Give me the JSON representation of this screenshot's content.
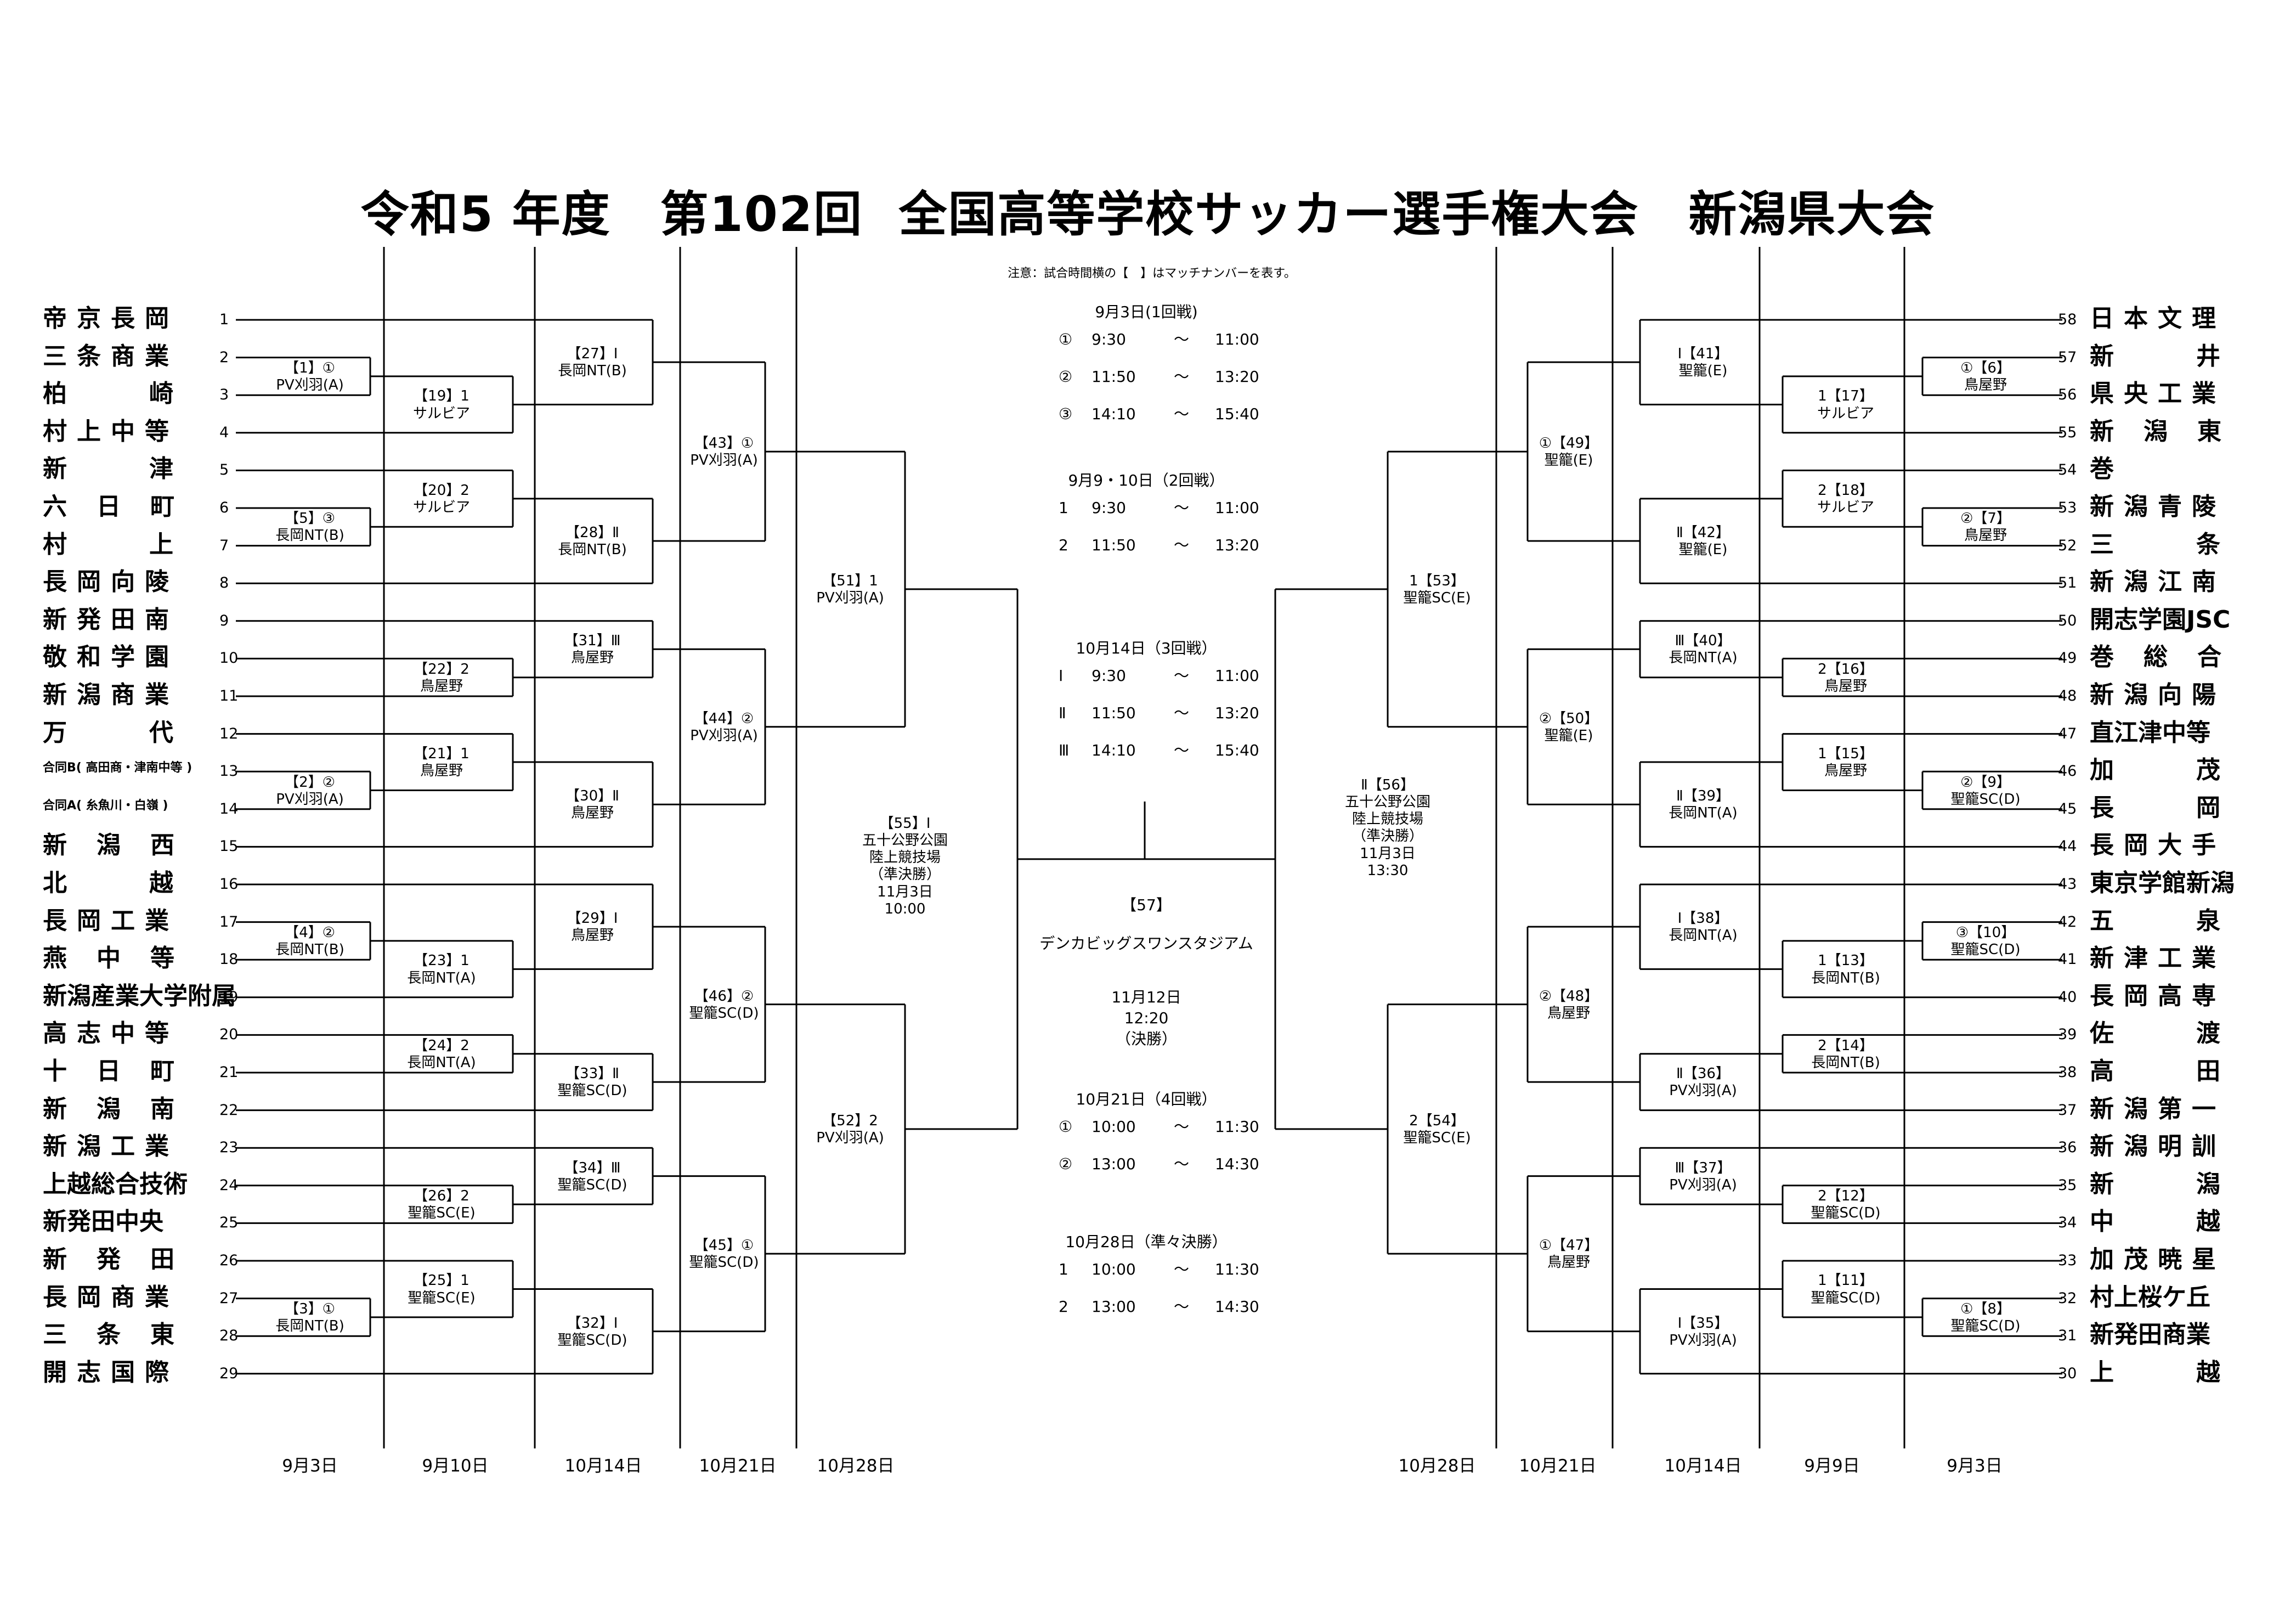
{
  "title": "令和5 年度　第102回  全国高等学校サッカー選手権大会　新潟県大会",
  "note": "注意：試合時間横の【　】はマッチナンバーを表す。",
  "left_teams": [
    "帝京長岡",
    "三条商業",
    "柏崎",
    "村上中等",
    "新津",
    "六日町",
    "村上",
    "長岡向陵",
    "新発田南",
    "敬和学園",
    "新潟商業",
    "万代",
    "合同B( 高田商・津南中等 )",
    "合同A( 糸魚川・白嶺 )",
    "新潟西",
    "北越",
    "長岡工業",
    "燕中等",
    "新潟産業大学附属",
    "高志中等",
    "十日町",
    "新潟南",
    "新潟工業",
    "上越総合技術",
    "新発田中央",
    "新発田",
    "長岡商業",
    "三条東",
    "開志国際"
  ],
  "right_teams": [
    "日本文理",
    "新井",
    "県央工業",
    "新潟東",
    "巻",
    "新潟青陵",
    "三条",
    "新潟江南",
    "開志学園JSC",
    "巻総合",
    "新潟向陽",
    "直江津中等",
    "加茂",
    "長岡",
    "長岡大手",
    "東京学館新潟",
    "五泉",
    "新津工業",
    "長岡高専",
    "佐渡",
    "高田",
    "新潟第一",
    "新潟明訓",
    "新潟",
    "中越",
    "加茂暁星",
    "村上桜ケ丘",
    "新発田商業",
    "上越"
  ],
  "left_seeds": [
    "1",
    "2",
    "3",
    "4",
    "5",
    "6",
    "7",
    "8",
    "9",
    "10",
    "11",
    "12",
    "13",
    "14",
    "15",
    "16",
    "17",
    "18",
    "19",
    "20",
    "21",
    "22",
    "23",
    "24",
    "25",
    "26",
    "27",
    "28",
    "29"
  ],
  "right_seeds": [
    "58",
    "57",
    "56",
    "55",
    "54",
    "53",
    "52",
    "51",
    "50",
    "49",
    "48",
    "47",
    "46",
    "45",
    "44",
    "43",
    "42",
    "41",
    "40",
    "39",
    "38",
    "37",
    "36",
    "35",
    "34",
    "33",
    "32",
    "31",
    "30"
  ],
  "matches": {
    "m1": [
      "【1】①",
      "PV刈羽(A)"
    ],
    "m5": [
      "【5】③",
      "長岡NT(B)"
    ],
    "m2": [
      "【2】②",
      "PV刈羽(A)"
    ],
    "m4": [
      "【4】②",
      "長岡NT(B)"
    ],
    "m3": [
      "【3】①",
      "長岡NT(B)"
    ],
    "m19": [
      "【19】1",
      "サルビア"
    ],
    "m20": [
      "【20】2",
      "サルビア"
    ],
    "m22": [
      "【22】2",
      "鳥屋野"
    ],
    "m21": [
      "【21】1",
      "鳥屋野"
    ],
    "m23": [
      "【23】1",
      "長岡NT(A)"
    ],
    "m24": [
      "【24】2",
      "長岡NT(A)"
    ],
    "m26": [
      "【26】2",
      "聖籠SC(E)"
    ],
    "m25": [
      "【25】1",
      "聖籠SC(E)"
    ],
    "m27": [
      "【27】Ⅰ",
      "長岡NT(B)"
    ],
    "m28": [
      "【28】Ⅱ",
      "長岡NT(B)"
    ],
    "m31": [
      "【31】Ⅲ",
      "鳥屋野"
    ],
    "m30": [
      "【30】Ⅱ",
      "鳥屋野"
    ],
    "m29": [
      "【29】Ⅰ",
      "鳥屋野"
    ],
    "m33": [
      "【33】Ⅱ",
      "聖籠SC(D)"
    ],
    "m34": [
      "【34】Ⅲ",
      "聖籠SC(D)"
    ],
    "m32": [
      "【32】Ⅰ",
      "聖籠SC(D)"
    ],
    "m43": [
      "【43】①",
      "PV刈羽(A)"
    ],
    "m44": [
      "【44】②",
      "PV刈羽(A)"
    ],
    "m46": [
      "【46】②",
      "聖籠SC(D)"
    ],
    "m45": [
      "【45】①",
      "聖籠SC(D)"
    ],
    "m51": [
      "【51】1",
      "PV刈羽(A)"
    ],
    "m52": [
      "【52】2",
      "PV刈羽(A)"
    ],
    "m55": [
      "【55】Ⅰ",
      "五十公野公園",
      "陸上競技場",
      "（準決勝）",
      "11月3日",
      "10:00"
    ],
    "m6": [
      "①【6】",
      "鳥屋野"
    ],
    "m7": [
      "②【7】",
      "鳥屋野"
    ],
    "m9": [
      "②【9】",
      "聖籠SC(D)"
    ],
    "m10": [
      "③【10】",
      "聖籠SC(D)"
    ],
    "m8": [
      "①【8】",
      "聖籠SC(D)"
    ],
    "m17": [
      "1【17】",
      "サルビア"
    ],
    "m18": [
      "2【18】",
      "サルビア"
    ],
    "m16": [
      "2【16】",
      "鳥屋野"
    ],
    "m15": [
      "1【15】",
      "鳥屋野"
    ],
    "m13": [
      "1【13】",
      "長岡NT(B)"
    ],
    "m14": [
      "2【14】",
      "長岡NT(B)"
    ],
    "m12": [
      "2【12】",
      "聖籠SC(D)"
    ],
    "m11": [
      "1【11】",
      "聖籠SC(D)"
    ],
    "m41": [
      "Ⅰ【41】",
      "聖籠(E)"
    ],
    "m42": [
      "Ⅱ【42】",
      "聖籠(E)"
    ],
    "m40": [
      "Ⅲ【40】",
      "長岡NT(A)"
    ],
    "m39": [
      "Ⅱ【39】",
      "長岡NT(A)"
    ],
    "m38": [
      "Ⅰ【38】",
      "長岡NT(A)"
    ],
    "m36": [
      "Ⅱ【36】",
      "PV刈羽(A)"
    ],
    "m37": [
      "Ⅲ【37】",
      "PV刈羽(A)"
    ],
    "m35": [
      "Ⅰ【35】",
      "PV刈羽(A)"
    ],
    "m49": [
      "①【49】",
      "聖籠(E)"
    ],
    "m50": [
      "②【50】",
      "聖籠(E)"
    ],
    "m48": [
      "②【48】",
      "鳥屋野"
    ],
    "m47": [
      "①【47】",
      "鳥屋野"
    ],
    "m53": [
      "1【53】",
      "聖籠SC(E)"
    ],
    "m54": [
      "2【54】",
      "聖籠SC(E)"
    ],
    "m56": [
      "Ⅱ【56】",
      "五十公野公園",
      "陸上競技場",
      "（準決勝）",
      "11月3日",
      "13:30"
    ]
  },
  "final": {
    "match": "【57】",
    "venue": "デンカビッグスワンスタジアム",
    "date": "11月12日",
    "time": "12:20",
    "label": "（決勝）"
  },
  "schedule": [
    {
      "heading": "9月3日(1回戦)",
      "rows": [
        [
          "①",
          "9:30",
          "〜",
          "11:00"
        ],
        [
          "②",
          "11:50",
          "〜",
          "13:20"
        ],
        [
          "③",
          "14:10",
          "〜",
          "15:40"
        ]
      ]
    },
    {
      "heading": "9月9・10日（2回戦）",
      "rows": [
        [
          "1",
          "9:30",
          "〜",
          "11:00"
        ],
        [
          "2",
          "11:50",
          "〜",
          "13:20"
        ]
      ]
    },
    {
      "heading": "10月14日（3回戦）",
      "rows": [
        [
          "Ⅰ",
          "9:30",
          "〜",
          "11:00"
        ],
        [
          "Ⅱ",
          "11:50",
          "〜",
          "13:20"
        ],
        [
          "Ⅲ",
          "14:10",
          "〜",
          "15:40"
        ]
      ]
    },
    {
      "heading": "10月21日（4回戦）",
      "rows": [
        [
          "①",
          "10:00",
          "〜",
          "11:30"
        ],
        [
          "②",
          "13:00",
          "〜",
          "14:30"
        ]
      ]
    },
    {
      "heading": "10月28日（準々決勝）",
      "rows": [
        [
          "1",
          "10:00",
          "〜",
          "11:30"
        ],
        [
          "2",
          "13:00",
          "〜",
          "14:30"
        ]
      ]
    }
  ],
  "rounds_left": [
    "9月3日",
    "9月10日",
    "10月14日",
    "10月21日",
    "10月28日"
  ],
  "rounds_right": [
    "10月28日",
    "10月21日",
    "10月14日",
    "9月9日",
    "9月3日"
  ]
}
